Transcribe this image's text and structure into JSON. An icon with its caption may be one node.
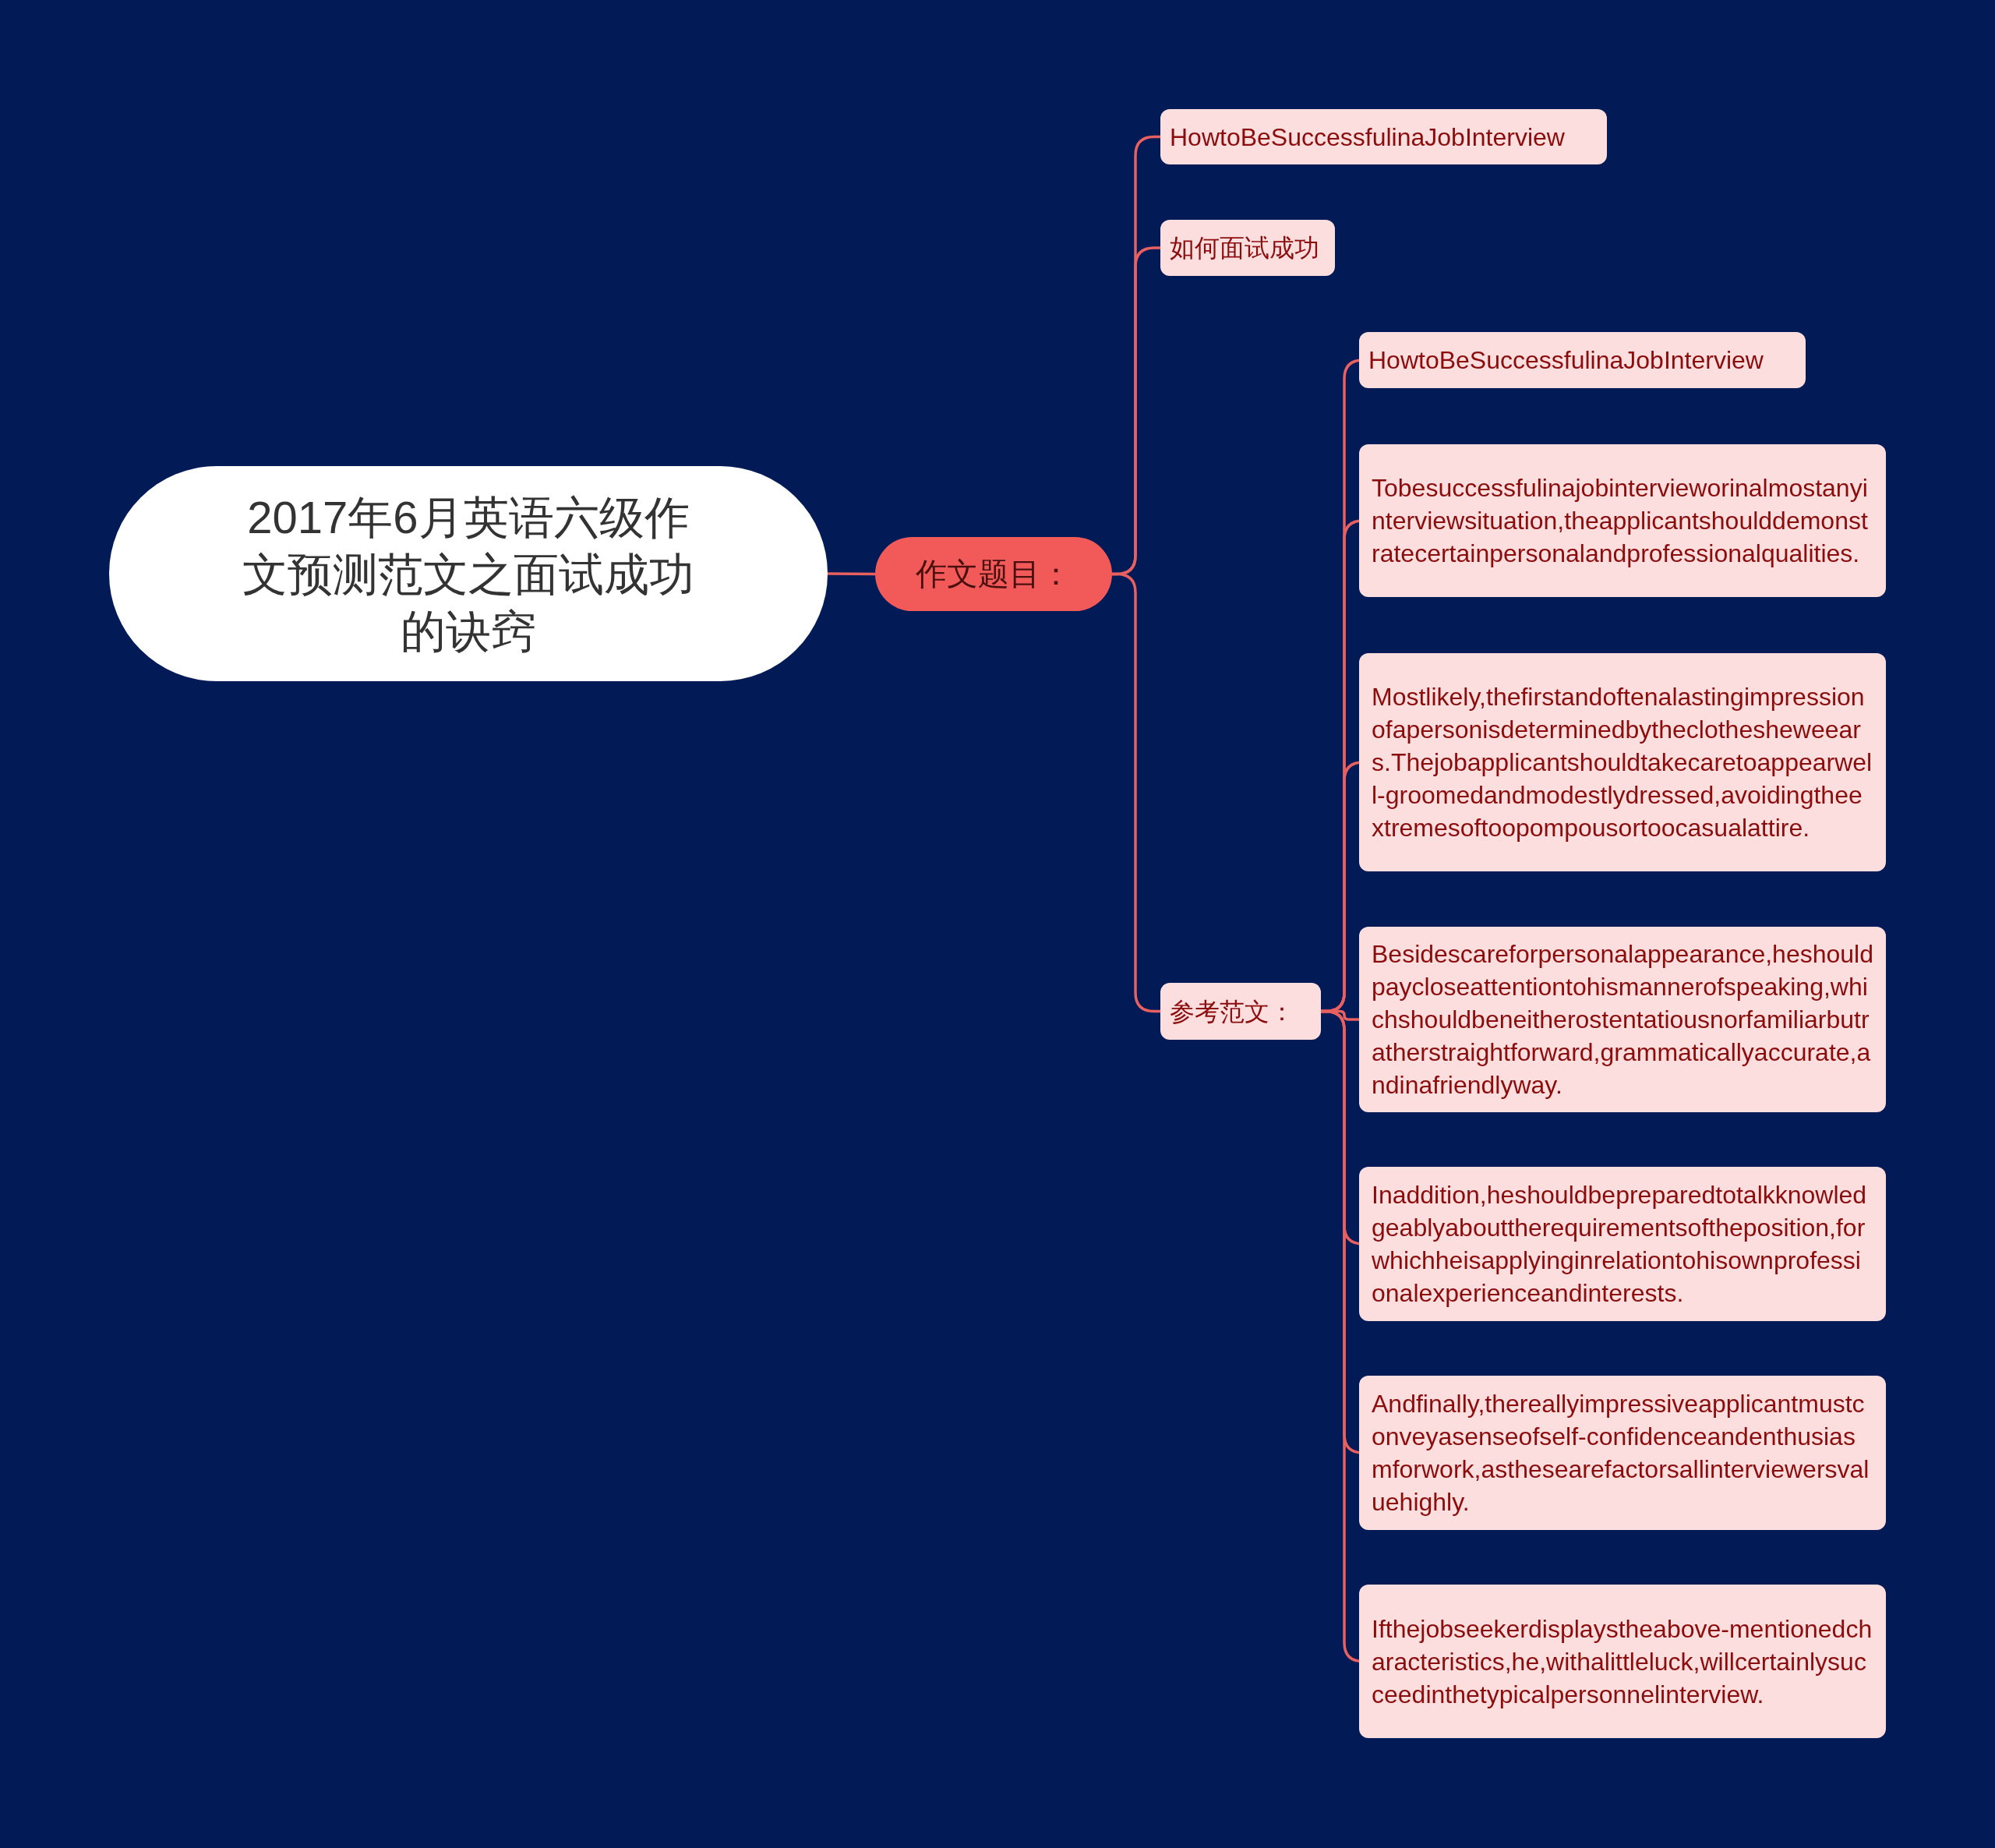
{
  "diagram": {
    "nodes": [
      {
        "text": [
          "2017年6月英语六级作文预测范文之面试成功的诀窍"
        ]
      },
      {
        "text": [
          "作文题目："
        ]
      },
      {
        "text": [
          "HowtoBeSuccessfulinaJobInterview"
        ]
      },
      {
        "text": [
          "如何面试成功"
        ]
      },
      {
        "text": [
          "参考范文："
        ]
      },
      {
        "text": [
          "HowtoBeSuccessfulinaJobInterview"
        ]
      },
      {
        "text": [
          "Tobesuccessfulinajobintervieworinalmostanyinterviewsituation,theapplicantshoulddemonstratecertainpersonalandprofessionalqualities."
        ]
      },
      {
        "text": [
          "Mostlikely,thefirstandoftenalastingimpressionofapersonisdeterminedbytheclothesheweears.Thejobapplicantshouldtakecaretoappearwell-groomedandmodestlydressed,avoidingtheextremesoftoopompousortoocasualattire."
        ]
      },
      {
        "text": [
          "Besidescareforpersonalappearance,heshouldpaycloseattentiontohismannerofspeaking,whichshouldbeneitherostentatiousnorfamiliarbutratherstraightforward,grammaticallyaccurate,andinafriendlyway."
        ]
      },
      {
        "text": [
          "Inaddition,heshouldbepreparedtotalkknowledgeablyabouttherequirementsoftheposition,forwhichheisapplyinginrelationtohisownprofessionalexperienceandinterests."
        ]
      },
      {
        "text": [
          "Andfinally,thereallyimpressiveapplicantmustconveyasenseofself-confidenceandenthusiasmforwork,asthesearefactorsallinterviewersvaluehighly."
        ]
      },
      {
        "text": [
          "Ifthejobseekerdisplaystheabove-mentionedcharacteristics,he,withalittleluck,willcertainlysucceedinthetypicalpersonnelinterview."
        ]
      }
    ],
    "edges": [
      {
        "from": 0,
        "to": 1,
        "arrow": "none"
      },
      {
        "from": 1,
        "to": 2,
        "arrow": "none"
      },
      {
        "from": 1,
        "to": 3,
        "arrow": "none"
      },
      {
        "from": 1,
        "to": 4,
        "arrow": "none"
      },
      {
        "from": 4,
        "to": 5,
        "arrow": "none"
      },
      {
        "from": 4,
        "to": 6,
        "arrow": "none"
      },
      {
        "from": 4,
        "to": 7,
        "arrow": "none"
      },
      {
        "from": 4,
        "to": 8,
        "arrow": "none"
      },
      {
        "from": 4,
        "to": 9,
        "arrow": "none"
      },
      {
        "from": 4,
        "to": 10,
        "arrow": "none"
      },
      {
        "from": 4,
        "to": 11,
        "arrow": "none"
      }
    ]
  }
}
